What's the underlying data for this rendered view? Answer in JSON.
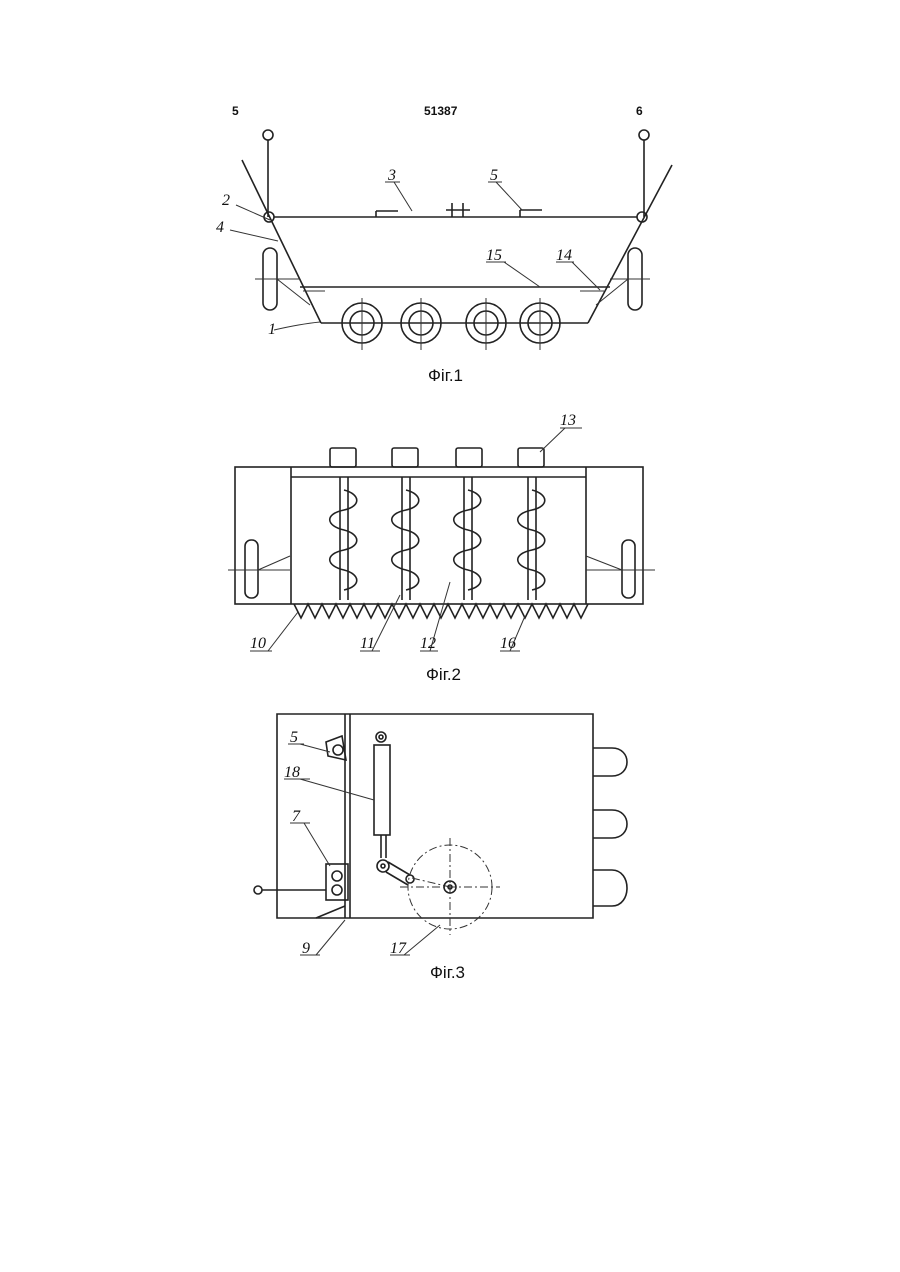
{
  "page": {
    "left_number": "5",
    "patent_number": "51387",
    "right_number": "6"
  },
  "figures": [
    {
      "caption": "Фіг.1",
      "labels": [
        "1",
        "2",
        "3",
        "4",
        "5",
        "14",
        "15"
      ]
    },
    {
      "caption": "Фіг.2",
      "labels": [
        "10",
        "11",
        "12",
        "13",
        "16"
      ]
    },
    {
      "caption": "Фіг.3",
      "labels": [
        "5",
        "7",
        "9",
        "17",
        "18"
      ]
    }
  ]
}
